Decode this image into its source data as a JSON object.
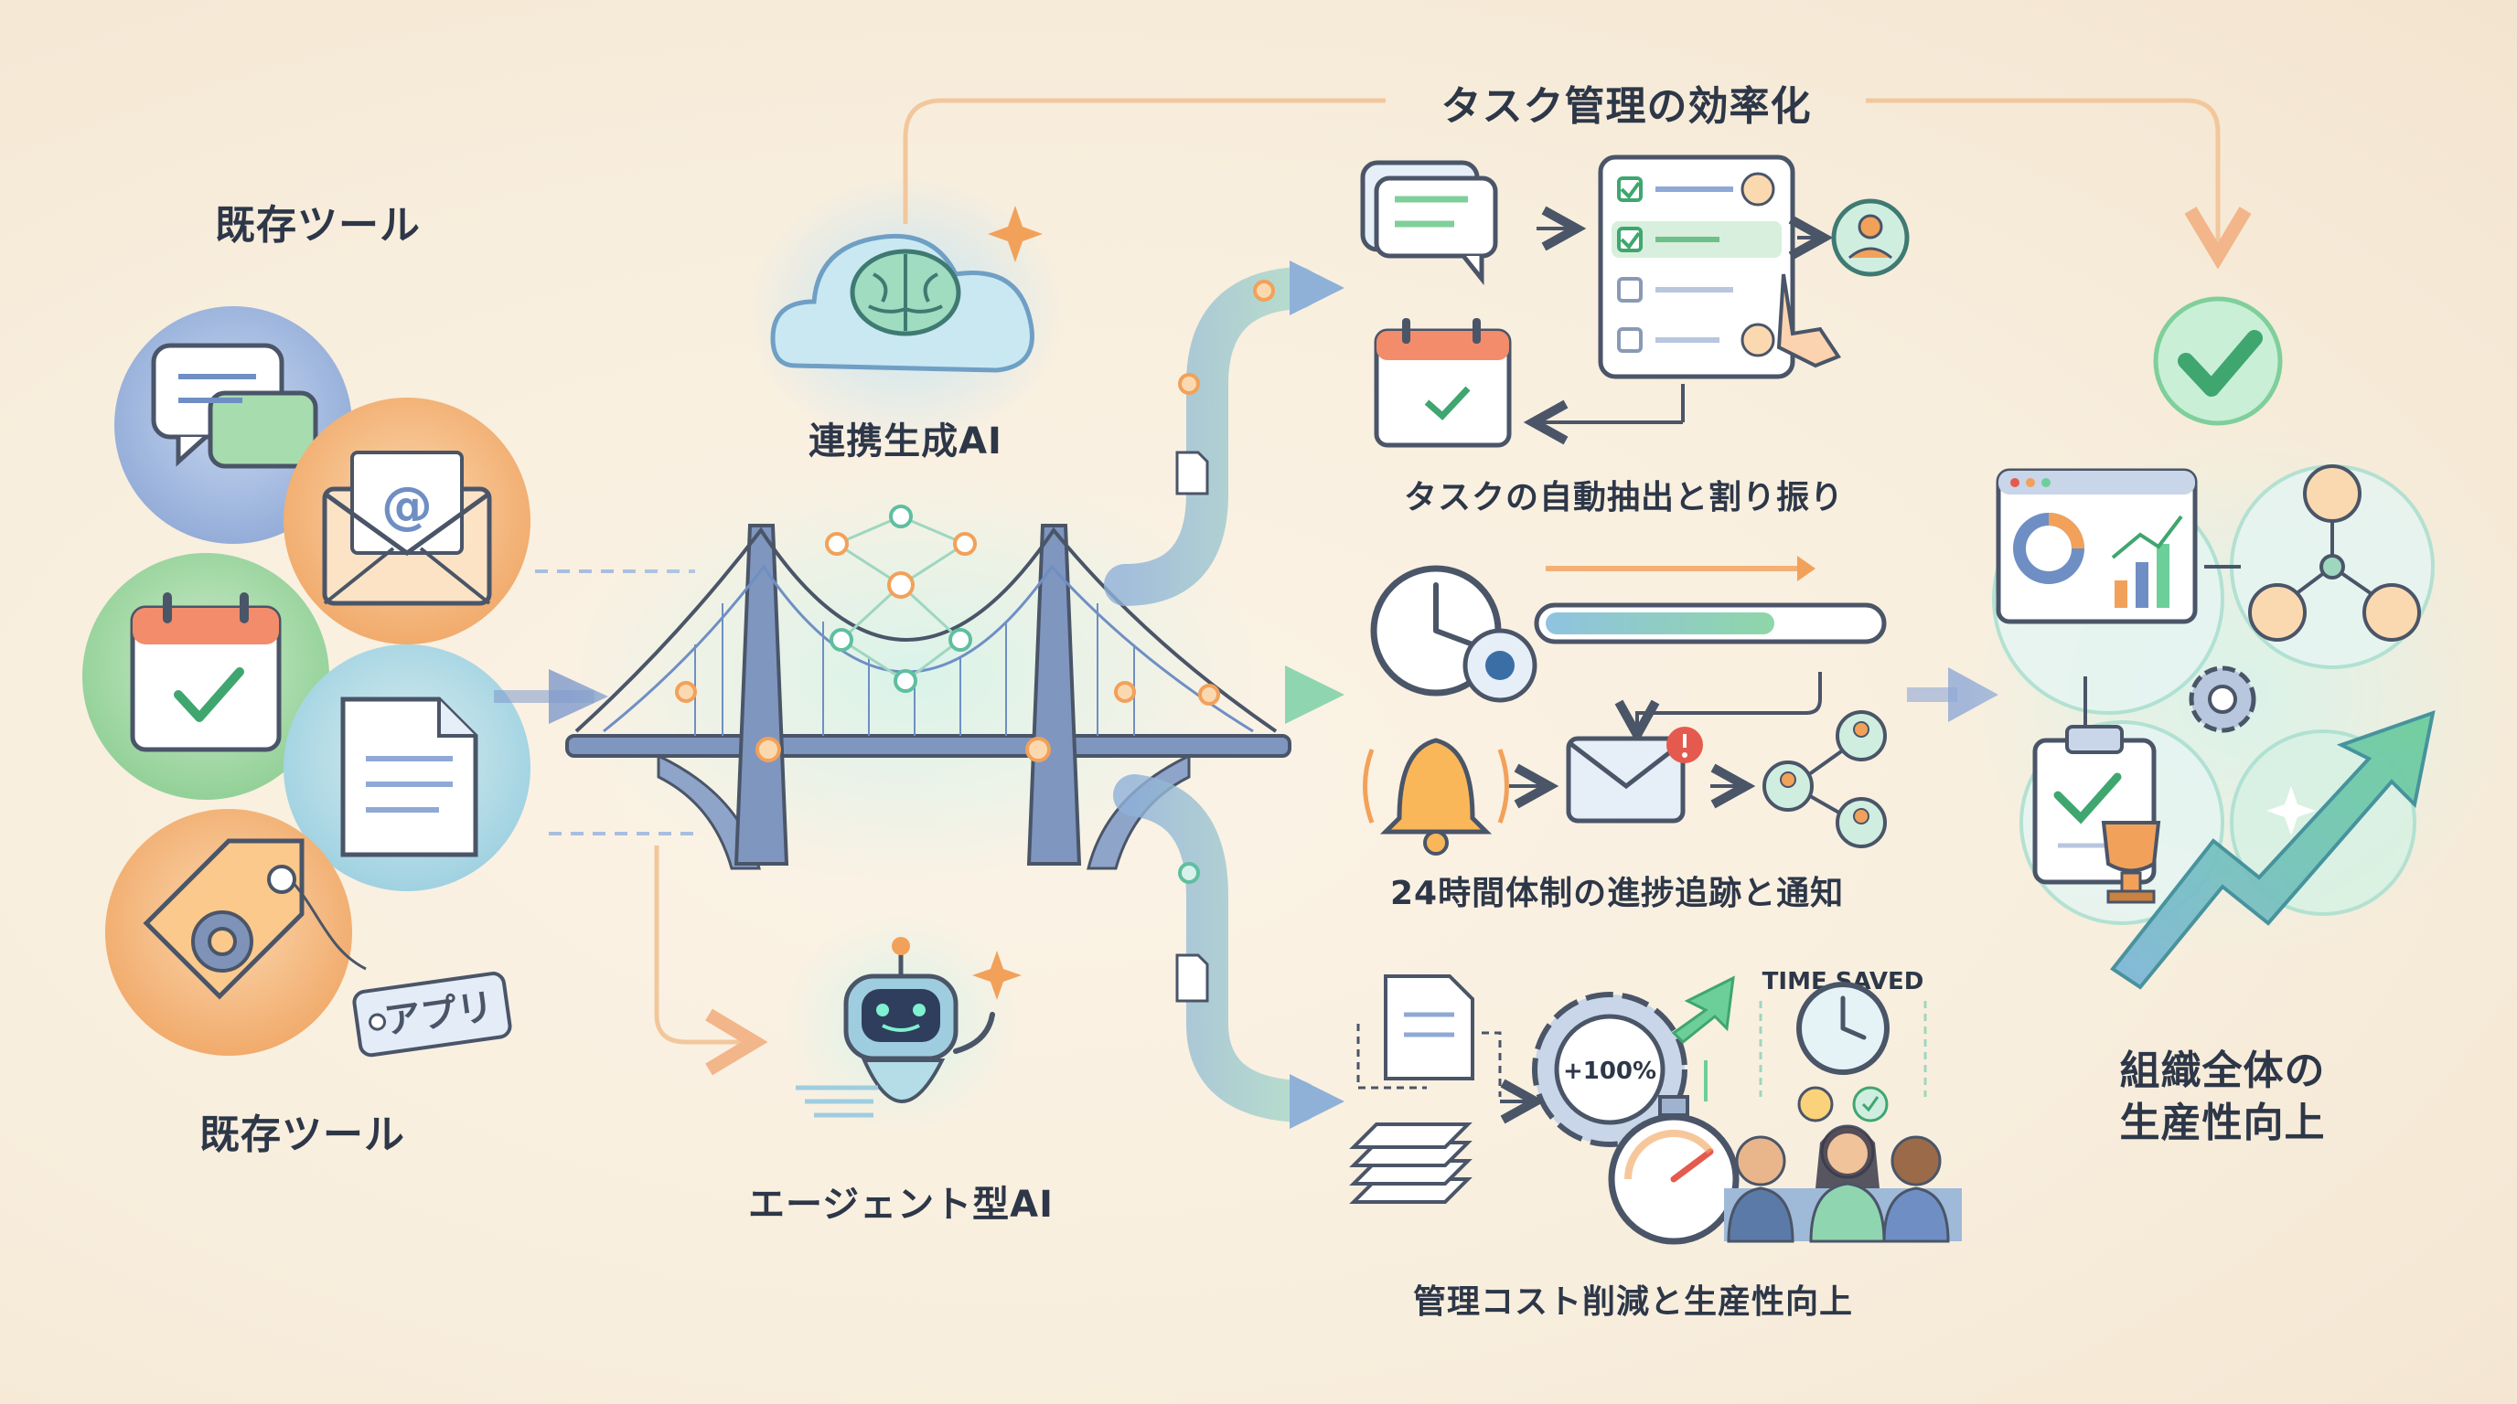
{
  "labels": {
    "existing_tools_top": "既存ツール",
    "existing_tools_bottom": "既存ツール",
    "app_tag": "アプリ",
    "generative_ai": "連携生成AI",
    "agent_ai": "エージェント型AI",
    "efficiency_header": "タスク管理の効率化",
    "task_extraction": "タスクの自動抽出と割り振り",
    "progress_tracking": "24時間体制の進捗追跡と通知",
    "cost_reduction": "管理コスト削減と生産性向上",
    "org_productivity_line1": "組織全体の",
    "org_productivity_line2": "生産性向上",
    "percent_badge": "+100%",
    "time_saved": "TIME SAVED"
  },
  "colors": {
    "background": "#f8eedd",
    "blue": "#6f8fc4",
    "green": "#5fbf8a",
    "orange": "#f2a15a",
    "teal": "#74c9c0",
    "text": "#2d3748"
  }
}
